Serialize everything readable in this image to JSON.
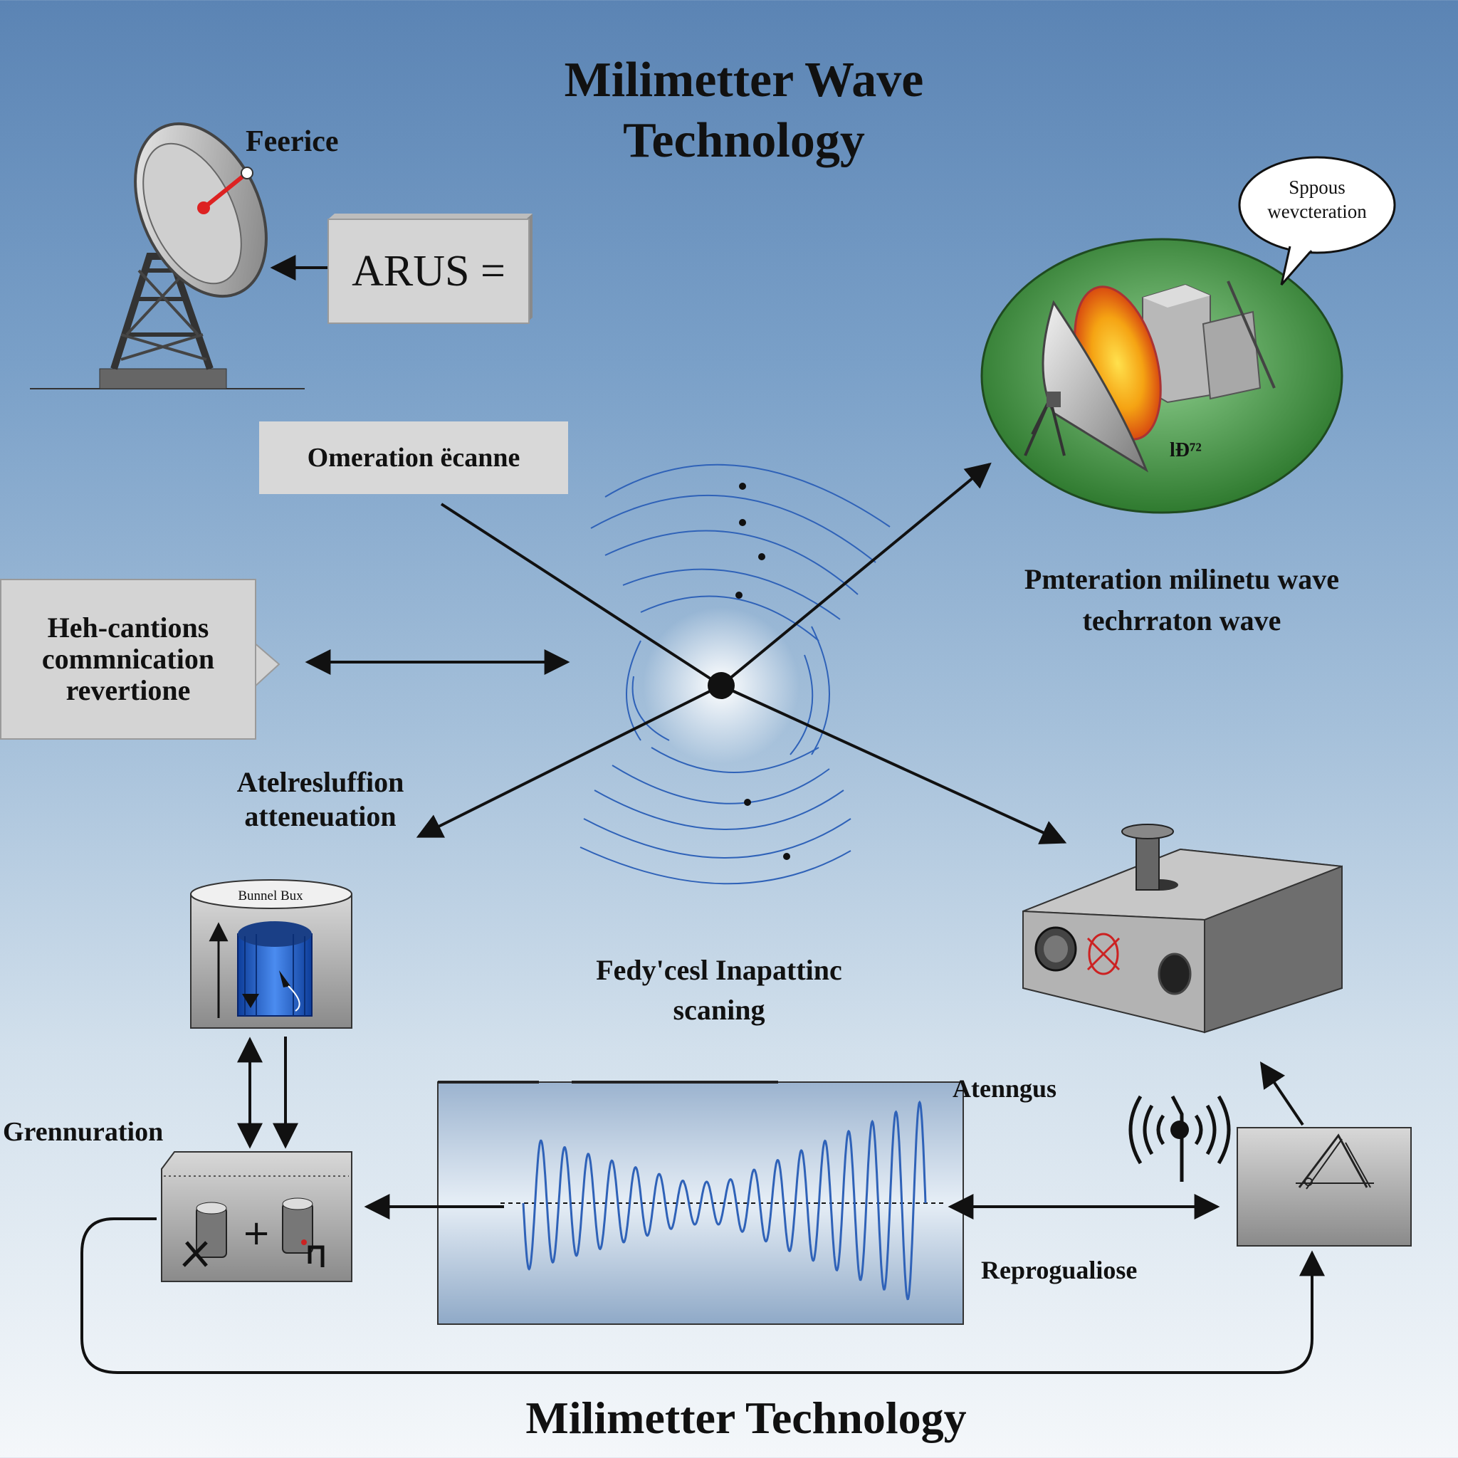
{
  "title": {
    "line1": "Milimetter Wave",
    "line2": "Technology"
  },
  "footer_title": "Milimetter Technology",
  "labels": {
    "feerice": "Feerice",
    "arus": "ARUS =",
    "omeration": "Omeration ëcanne",
    "heh_line1": "Heh-cantions",
    "heh_line2": "commnication",
    "heh_line3": "revertione",
    "atelres_line1": "Atelresluffion",
    "atelres_line2": "atteneuation",
    "spous_line1": "Sppous",
    "spous_line2": "wevcteration",
    "lb": "lÐ⁷²",
    "pmteration_line1": "Pmteration milinetu wave",
    "pmteration_line2": "techrraton wave",
    "bunnel": "Bunnel Bux",
    "fedy_line1": "Fedy'cesl Inapattinc",
    "fedy_line2": "scaning",
    "atenngus": "Atenngus",
    "grenn": "Grennuration",
    "reprog": "Reprogualiose"
  },
  "colors": {
    "wave": "#2f62b8",
    "accent_red": "#cc2222",
    "dish_gray": "#bdbdbd",
    "ellipse_green": "#3d8c3d"
  },
  "icons": [
    "satellite-dish-icon",
    "radar-ellipse-icon",
    "cylinder-icon",
    "device-box-icon",
    "antenna-icon",
    "signal-box-icon"
  ]
}
